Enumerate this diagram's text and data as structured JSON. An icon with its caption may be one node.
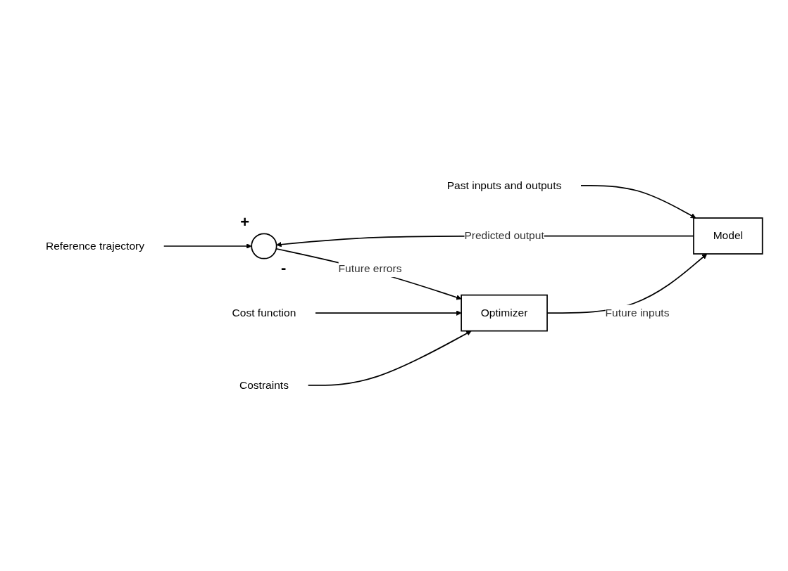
{
  "diagram": {
    "nodes": [
      {
        "text": [
          "Reference trajectory"
        ]
      },
      {
        "text": [],
        "shape": "circle",
        "beside": [
          "+",
          "-"
        ]
      },
      {
        "text": [
          "Model"
        ]
      },
      {
        "text": [
          "Past inputs and outputs"
        ]
      },
      {
        "text": [
          "Optimizer"
        ]
      },
      {
        "text": [
          "Cost function"
        ]
      },
      {
        "text": [
          "Costraints"
        ]
      }
    ],
    "edges": [
      {
        "from": 0,
        "to": 1,
        "arrow": "to"
      },
      {
        "from": 2,
        "to": 1,
        "arrow": "to",
        "label": "Predicted output"
      },
      {
        "from": 1,
        "to": 4,
        "arrow": "to",
        "label": "Future errors"
      },
      {
        "from": 4,
        "to": 2,
        "arrow": "to",
        "label": "Future inputs"
      },
      {
        "from": 3,
        "to": 2,
        "arrow": "to"
      },
      {
        "from": 5,
        "to": 4,
        "arrow": "to"
      },
      {
        "from": 6,
        "to": 4,
        "arrow": "to"
      }
    ]
  }
}
